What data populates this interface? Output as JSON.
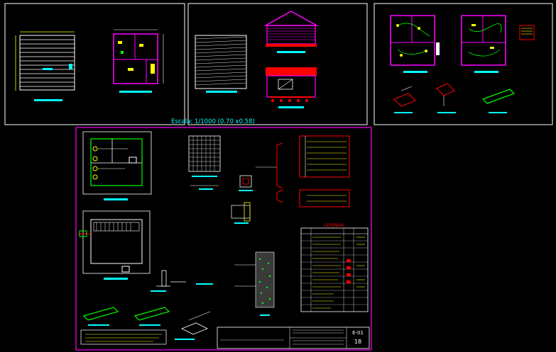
{
  "scale_label": "Escala: 1/1000 (0.70 x0.58)",
  "legend_title": "LEYENDA",
  "sheet_number": "18",
  "sheet_code": "E-01",
  "colors": {
    "background": "#000000",
    "sheet_border": "#ffffff",
    "main_sheet_border": "#ff00ff",
    "accent_cyan": "#00ffff",
    "accent_yellow": "#ffff00",
    "accent_red": "#ff0000",
    "accent_green": "#00ff00",
    "accent_magenta": "#ff00ff"
  },
  "panels": [
    {
      "id": "panel-1",
      "name": "top-left-sheet"
    },
    {
      "id": "panel-2",
      "name": "top-middle-sheet"
    },
    {
      "id": "panel-3",
      "name": "top-right-sheet"
    },
    {
      "id": "panel-4",
      "name": "bottom-main-sheet"
    }
  ]
}
